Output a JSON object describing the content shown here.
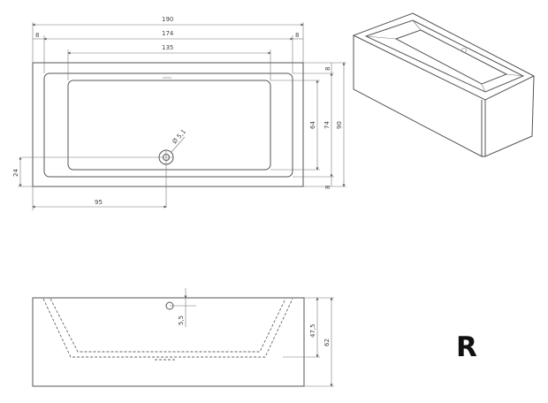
{
  "top_view": {
    "dims": {
      "overall_length": "190",
      "inner_length": "174",
      "basin_length": "135",
      "left_rim": "8",
      "right_rim": "8",
      "top_rim": "8",
      "bottom_rim": "8",
      "inner_width": "74",
      "overall_width": "90",
      "basin_width": "64",
      "drain_offset_y": "24",
      "drain_offset_x": "95",
      "drain_diameter": "Ø 5,1"
    }
  },
  "side_view": {
    "dims": {
      "overflow_offset": "5,5",
      "inner_depth": "47,5",
      "overall_height": "62"
    }
  },
  "variant_label": "R"
}
